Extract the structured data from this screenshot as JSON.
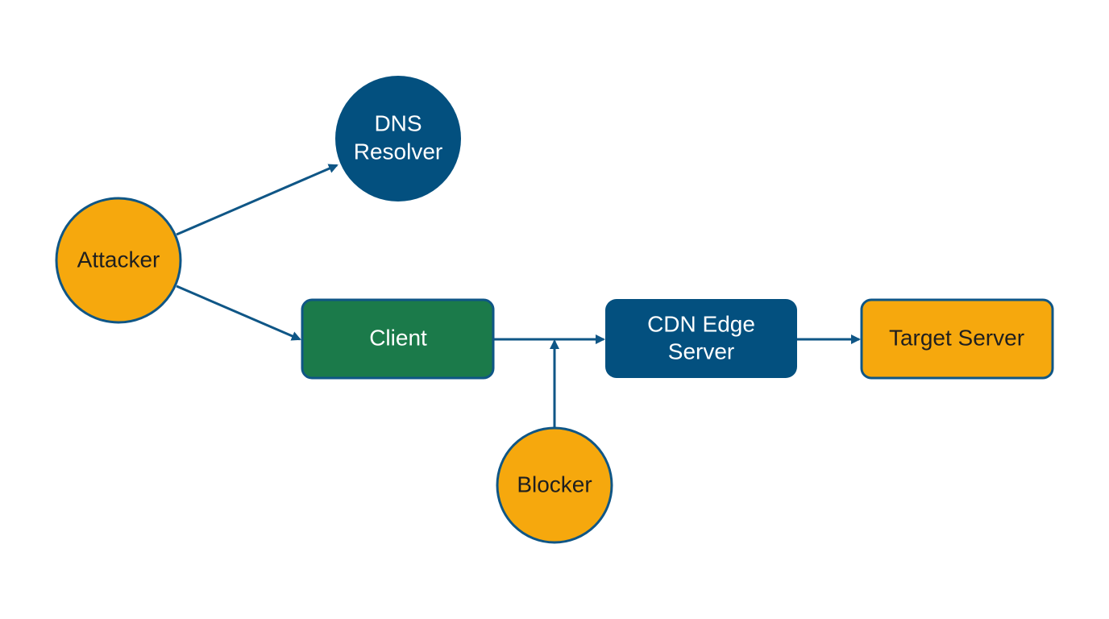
{
  "colors": {
    "edge": "#0f5686",
    "orange": "#f6a80d",
    "blue": "#03507f",
    "green": "#1b7a4a",
    "outline": "#0f5686"
  },
  "nodes": {
    "dns_resolver": {
      "label_line1": "DNS",
      "label_line2": "Resolver",
      "shape": "circle",
      "color": "blue"
    },
    "attacker": {
      "label": "Attacker",
      "shape": "circle",
      "color": "orange"
    },
    "client": {
      "label": "Client",
      "shape": "rounded-rect",
      "color": "green"
    },
    "cdn_edge_server": {
      "label_line1": "CDN Edge",
      "label_line2": "Server",
      "shape": "rounded-rect",
      "color": "blue"
    },
    "target_server": {
      "label": "Target Server",
      "shape": "rounded-rect",
      "color": "orange"
    },
    "blocker": {
      "label": "Blocker",
      "shape": "circle",
      "color": "orange"
    }
  },
  "edges": [
    {
      "from": "attacker",
      "to": "dns_resolver"
    },
    {
      "from": "attacker",
      "to": "client"
    },
    {
      "from": "client",
      "to": "cdn_edge_server"
    },
    {
      "from": "cdn_edge_server",
      "to": "target_server"
    },
    {
      "from": "blocker",
      "to": "client-cdn-edge"
    }
  ]
}
